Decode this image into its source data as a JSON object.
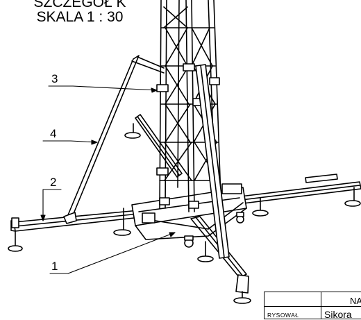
{
  "title": {
    "line1": "SZCZEGÓŁ K",
    "line2": "SKALA 1 : 30"
  },
  "callouts": [
    {
      "label": "3"
    },
    {
      "label": "4"
    },
    {
      "label": "2"
    },
    {
      "label": "1"
    }
  ],
  "title_block": {
    "header_partial": "NA",
    "drawn_by_label": "RYSOWAŁ",
    "drawn_by_value": "Sikora"
  }
}
